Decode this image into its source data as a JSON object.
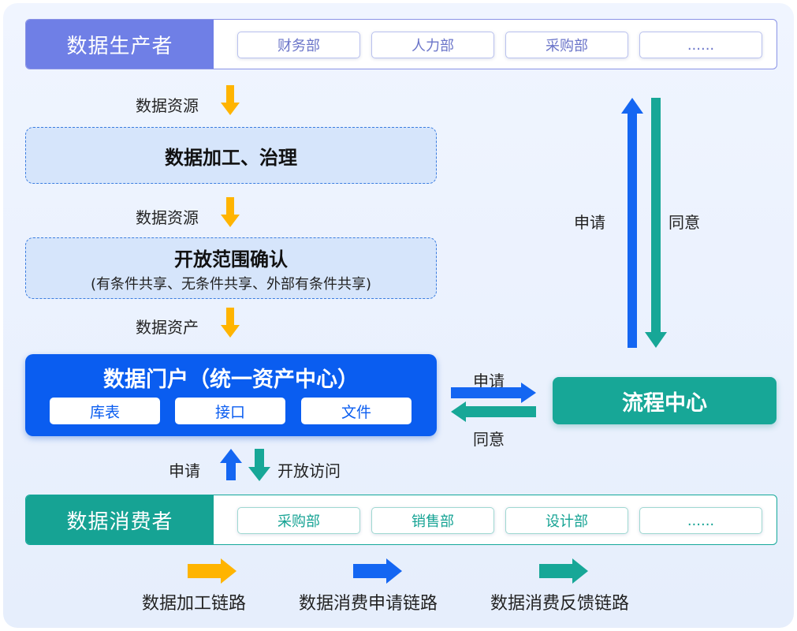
{
  "colors": {
    "processing_arrow": "#ffb400",
    "request_arrow": "#1466f2",
    "feedback_arrow": "#17a797",
    "producer": "#6f7fe6",
    "consumer": "#16a394",
    "portal": "#0a5df0"
  },
  "producer": {
    "title": "数据生产者",
    "chips": [
      "财务部",
      "人力部",
      "采购部",
      "......"
    ]
  },
  "flow_labels": {
    "resource_1": "数据资源",
    "resource_2": "数据资源",
    "asset": "数据资产"
  },
  "processing": {
    "title": "数据加工、治理"
  },
  "scope": {
    "title": "开放范围确认",
    "subtitle": "(有条件共享、无条件共享、外部有条件共享)"
  },
  "portal": {
    "title": "数据门户（统一资产中心）",
    "chips": [
      "库表",
      "接口",
      "文件"
    ]
  },
  "process_center": {
    "title": "流程中心"
  },
  "right_flow": {
    "apply": "申请",
    "agree": "同意"
  },
  "middle_flow": {
    "apply": "申请",
    "agree": "同意"
  },
  "bottom_flow": {
    "apply": "申请",
    "open_access": "开放访问"
  },
  "consumer": {
    "title": "数据消费者",
    "chips": [
      "采购部",
      "销售部",
      "设计部",
      "......"
    ]
  },
  "legend": [
    {
      "label": "数据加工链路",
      "color_key": "processing_arrow"
    },
    {
      "label": "数据消费申请链路",
      "color_key": "request_arrow"
    },
    {
      "label": "数据消费反馈链路",
      "color_key": "feedback_arrow"
    }
  ]
}
